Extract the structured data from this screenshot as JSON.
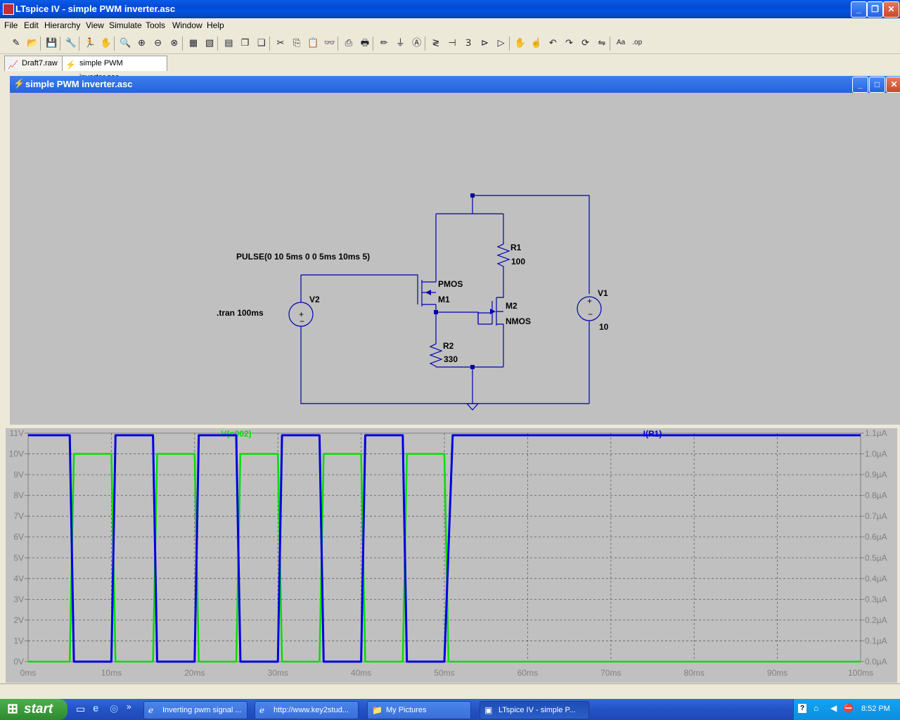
{
  "window": {
    "title": "LTspice IV - simple PWM inverter.asc",
    "app_icon": "ltspice-icon"
  },
  "menu": [
    "File",
    "Edit",
    "Hierarchy",
    "View",
    "Simulate",
    "Tools",
    "Window",
    "Help"
  ],
  "toolbar": [
    {
      "name": "new-schematic-icon",
      "glyph": "✎"
    },
    {
      "name": "open-icon",
      "glyph": "📂"
    },
    {
      "name": "save-icon",
      "glyph": "💾"
    },
    {
      "name": "control-panel-icon",
      "glyph": "🔧"
    },
    {
      "name": "run-icon",
      "glyph": "🏃"
    },
    {
      "name": "halt-icon",
      "glyph": "✋"
    },
    {
      "name": "zoom-in-icon",
      "glyph": "🔍"
    },
    {
      "name": "pan-icon",
      "glyph": "⊕"
    },
    {
      "name": "zoom-out-icon",
      "glyph": "⊖"
    },
    {
      "name": "zoom-fit-icon",
      "glyph": "⊗"
    },
    {
      "name": "autorange-icon",
      "glyph": "▦"
    },
    {
      "name": "delete-traces-icon",
      "glyph": "▧"
    },
    {
      "name": "tile-horizontal-icon",
      "glyph": "▤"
    },
    {
      "name": "cascade-icon",
      "glyph": "❐"
    },
    {
      "name": "tile-vertical-icon",
      "glyph": "❑"
    },
    {
      "name": "cut-icon",
      "glyph": "✂"
    },
    {
      "name": "copy-icon",
      "glyph": "⎘"
    },
    {
      "name": "paste-icon",
      "glyph": "📋"
    },
    {
      "name": "find-icon",
      "glyph": "👓"
    },
    {
      "name": "print-setup-icon",
      "glyph": "⎙"
    },
    {
      "name": "print-icon",
      "glyph": "🖶"
    },
    {
      "name": "wire-icon",
      "glyph": "✏"
    },
    {
      "name": "ground-icon",
      "glyph": "⏚"
    },
    {
      "name": "label-net-icon",
      "glyph": "Ⓐ"
    },
    {
      "name": "resistor-icon",
      "glyph": "≷"
    },
    {
      "name": "capacitor-icon",
      "glyph": "⊣"
    },
    {
      "name": "inductor-icon",
      "glyph": "Ɜ"
    },
    {
      "name": "diode-icon",
      "glyph": "⊳"
    },
    {
      "name": "component-icon",
      "glyph": "▷"
    },
    {
      "name": "move-icon",
      "glyph": "✋"
    },
    {
      "name": "drag-icon",
      "glyph": "☝"
    },
    {
      "name": "undo-icon",
      "glyph": "↶"
    },
    {
      "name": "redo-icon",
      "glyph": "↷"
    },
    {
      "name": "rotate-icon",
      "glyph": "⟳"
    },
    {
      "name": "mirror-icon",
      "glyph": "⇋"
    },
    {
      "name": "text-icon",
      "glyph": "Aa"
    },
    {
      "name": "spice-directive-icon",
      "glyph": ".op"
    }
  ],
  "tabs": [
    {
      "label": "Draft7.raw",
      "icon": "waveform-icon",
      "active": false
    },
    {
      "label": "simple PWM inverter.asc",
      "icon": "schematic-icon",
      "active": true
    }
  ],
  "child_window": {
    "title": "simple PWM inverter.asc"
  },
  "schematic": {
    "pulse_directive": "PULSE(0 10 5ms 0 0 5ms 10ms 5)",
    "tran_directive": ".tran 100ms",
    "v2_name": "V2",
    "v1_name": "V1",
    "v1_value": "10",
    "r1_name": "R1",
    "r1_value": "100",
    "r2_name": "R2",
    "r2_value": "330",
    "m1_model": "PMOS",
    "m1_name": "M1",
    "m2_name": "M2",
    "m2_model": "NMOS"
  },
  "chart_data": {
    "type": "line",
    "xlabel": "",
    "ylabel": "",
    "xlim": [
      0,
      100
    ],
    "x_ticks": [
      "0ms",
      "10ms",
      "20ms",
      "30ms",
      "40ms",
      "50ms",
      "60ms",
      "70ms",
      "80ms",
      "90ms",
      "100ms"
    ],
    "y_ticks_left": [
      "0V",
      "1V",
      "2V",
      "3V",
      "4V",
      "5V",
      "6V",
      "7V",
      "8V",
      "9V",
      "10V",
      "11V"
    ],
    "y_ticks_right": [
      "0.0µA",
      "0.1µA",
      "0.2µA",
      "0.3µA",
      "0.4µA",
      "0.5µA",
      "0.6µA",
      "0.7µA",
      "0.8µA",
      "0.9µA",
      "1.0µA",
      "1.1µA"
    ],
    "ylim": [
      0,
      11
    ],
    "grid": true,
    "series": [
      {
        "name": "V(n002)",
        "color": "#00e000",
        "x": [
          0,
          5,
          5.5,
          10,
          10.5,
          15,
          15.5,
          20,
          20.5,
          25,
          25.5,
          30,
          30.5,
          35,
          35.5,
          40,
          40.5,
          45,
          45.5,
          50,
          50.5,
          100
        ],
        "y": [
          0,
          0,
          10,
          10,
          0,
          0,
          10,
          10,
          0,
          0,
          10,
          10,
          0,
          0,
          10,
          10,
          0,
          0,
          10,
          10,
          0,
          0
        ]
      },
      {
        "name": "I(R1)",
        "color": "#0000e0",
        "x": [
          0,
          5,
          5.5,
          10,
          10.5,
          15,
          15.5,
          20,
          20.5,
          25,
          25.5,
          30,
          30.5,
          35,
          35.5,
          40,
          40.5,
          45,
          45.5,
          50,
          51,
          100
        ],
        "y": [
          10.9,
          10.9,
          0,
          0,
          10.9,
          10.9,
          0,
          0,
          10.9,
          10.9,
          0,
          0,
          10.9,
          10.9,
          0,
          0,
          10.9,
          10.9,
          0,
          0,
          10.9,
          10.9
        ]
      }
    ]
  },
  "taskbar": {
    "start_label": "start",
    "quick_launch": [
      "show-desktop-icon",
      "ie-icon",
      "media-icon"
    ],
    "tasks": [
      {
        "label": "Inverting pwm signal ...",
        "icon": "ie-icon",
        "active": false
      },
      {
        "label": "http://www.key2stud...",
        "icon": "ie-icon",
        "active": false
      },
      {
        "label": "My Pictures",
        "icon": "folder-icon",
        "active": false
      },
      {
        "label": "LTspice IV - simple P...",
        "icon": "ltspice-icon",
        "active": true
      }
    ],
    "clock": "8:52 PM"
  }
}
